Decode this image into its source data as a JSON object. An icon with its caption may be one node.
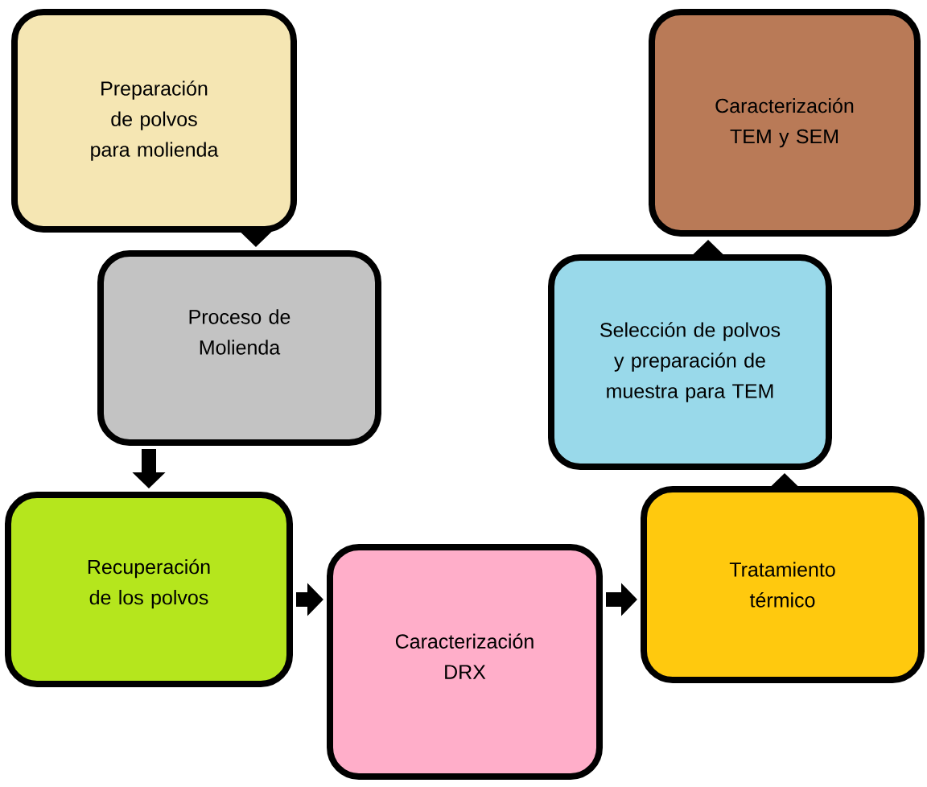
{
  "diagram": {
    "nodes": [
      {
        "text": [
          "Preparación de polvos para molienda"
        ]
      },
      {
        "text": [
          "Proceso de Molienda"
        ]
      },
      {
        "text": [
          "Recuperación de los polvos"
        ]
      },
      {
        "text": [
          "Caracterización DRX"
        ]
      },
      {
        "text": [
          "Tratamiento térmico"
        ]
      },
      {
        "text": [
          "Selección de polvos y preparación de muestra para TEM"
        ]
      },
      {
        "text": [
          "Caracterización TEM y SEM"
        ]
      }
    ],
    "edges": [
      {
        "from": 0,
        "to": 1,
        "arrow": "to"
      },
      {
        "from": 1,
        "to": 2,
        "arrow": "to"
      },
      {
        "from": 2,
        "to": 3,
        "arrow": "to"
      },
      {
        "from": 3,
        "to": 4,
        "arrow": "to"
      },
      {
        "from": 4,
        "to": 5,
        "arrow": "to"
      },
      {
        "from": 5,
        "to": 6,
        "arrow": "to"
      }
    ]
  }
}
